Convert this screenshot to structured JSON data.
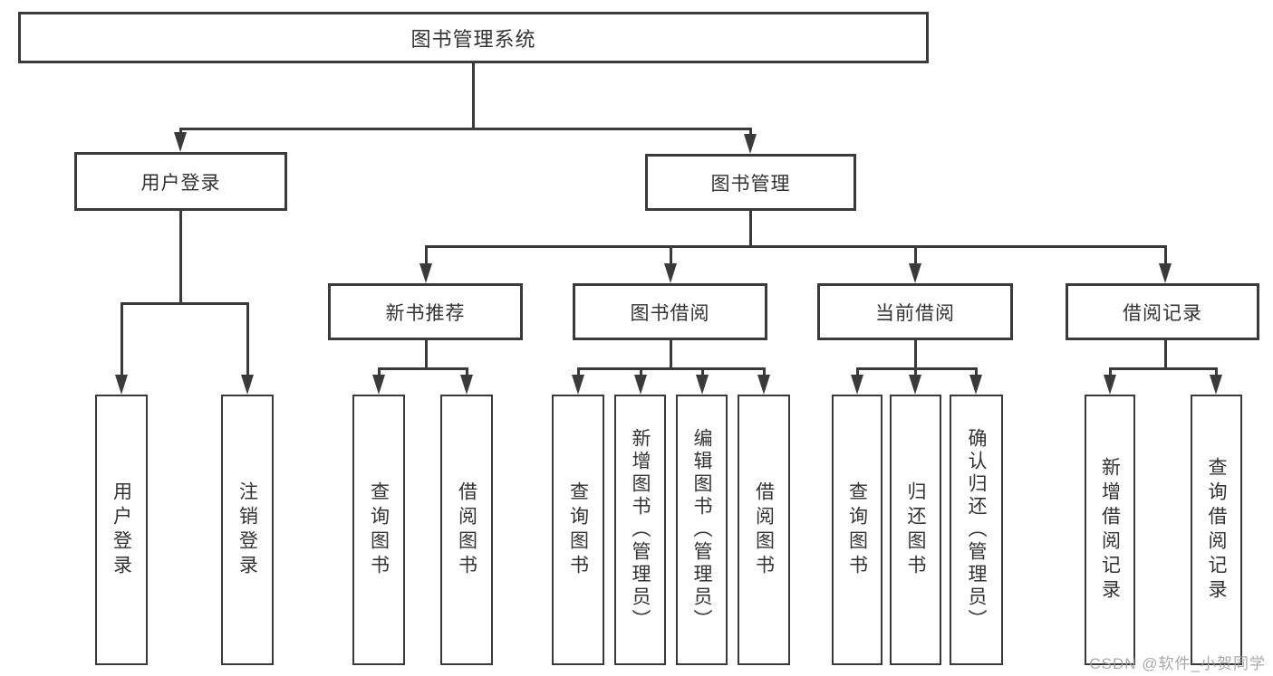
{
  "diagram": {
    "type": "hierarchy-tree",
    "root": {
      "label": "图书管理系统"
    },
    "level2": [
      {
        "id": "user_login",
        "label": "用户登录",
        "parent": "root"
      },
      {
        "id": "book_mgmt",
        "label": "图书管理",
        "parent": "root"
      }
    ],
    "level3": [
      {
        "id": "new_book_rec",
        "label": "新书推荐",
        "parent": "book_mgmt"
      },
      {
        "id": "book_borrow",
        "label": "图书借阅",
        "parent": "book_mgmt"
      },
      {
        "id": "current_borrow",
        "label": "当前借阅",
        "parent": "book_mgmt"
      },
      {
        "id": "borrow_record",
        "label": "借阅记录",
        "parent": "book_mgmt"
      }
    ],
    "leaves": [
      {
        "parent": "user_login",
        "label": "用户登录"
      },
      {
        "parent": "user_login",
        "label": "注销登录"
      },
      {
        "parent": "new_book_rec",
        "label": "查询图书"
      },
      {
        "parent": "new_book_rec",
        "label": "借阅图书"
      },
      {
        "parent": "book_borrow",
        "label": "查询图书"
      },
      {
        "parent": "book_borrow",
        "label": "新增图书（管理员）"
      },
      {
        "parent": "book_borrow",
        "label": "编辑图书（管理员）"
      },
      {
        "parent": "book_borrow",
        "label": "借阅图书"
      },
      {
        "parent": "current_borrow",
        "label": "查询图书"
      },
      {
        "parent": "current_borrow",
        "label": "归还图书"
      },
      {
        "parent": "current_borrow",
        "label": "确认归还（管理员）"
      },
      {
        "parent": "borrow_record",
        "label": "新增借阅记录"
      },
      {
        "parent": "borrow_record",
        "label": "查询借阅记录"
      }
    ]
  },
  "watermark": {
    "text": "CSDN @软件_小贺同学"
  },
  "colors": {
    "line": "#3a3a3a",
    "box_border": "#3a3a3a",
    "text": "#333333",
    "watermark": "#a0a0a0",
    "background": "#ffffff"
  }
}
